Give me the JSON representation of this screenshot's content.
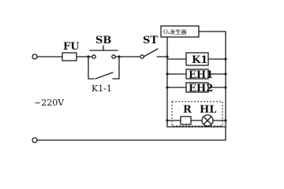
{
  "diagram": {
    "labels": {
      "fuse": "FU",
      "button": "SB",
      "relay_contact": "K1-1",
      "thermostat": "ST",
      "relay_coil": "K1",
      "heater1": "EH1",
      "heater2": "EH2",
      "resistor": "R",
      "lamp": "HL",
      "ozone_generator": "O₃发生器",
      "supply": "~220V"
    }
  }
}
